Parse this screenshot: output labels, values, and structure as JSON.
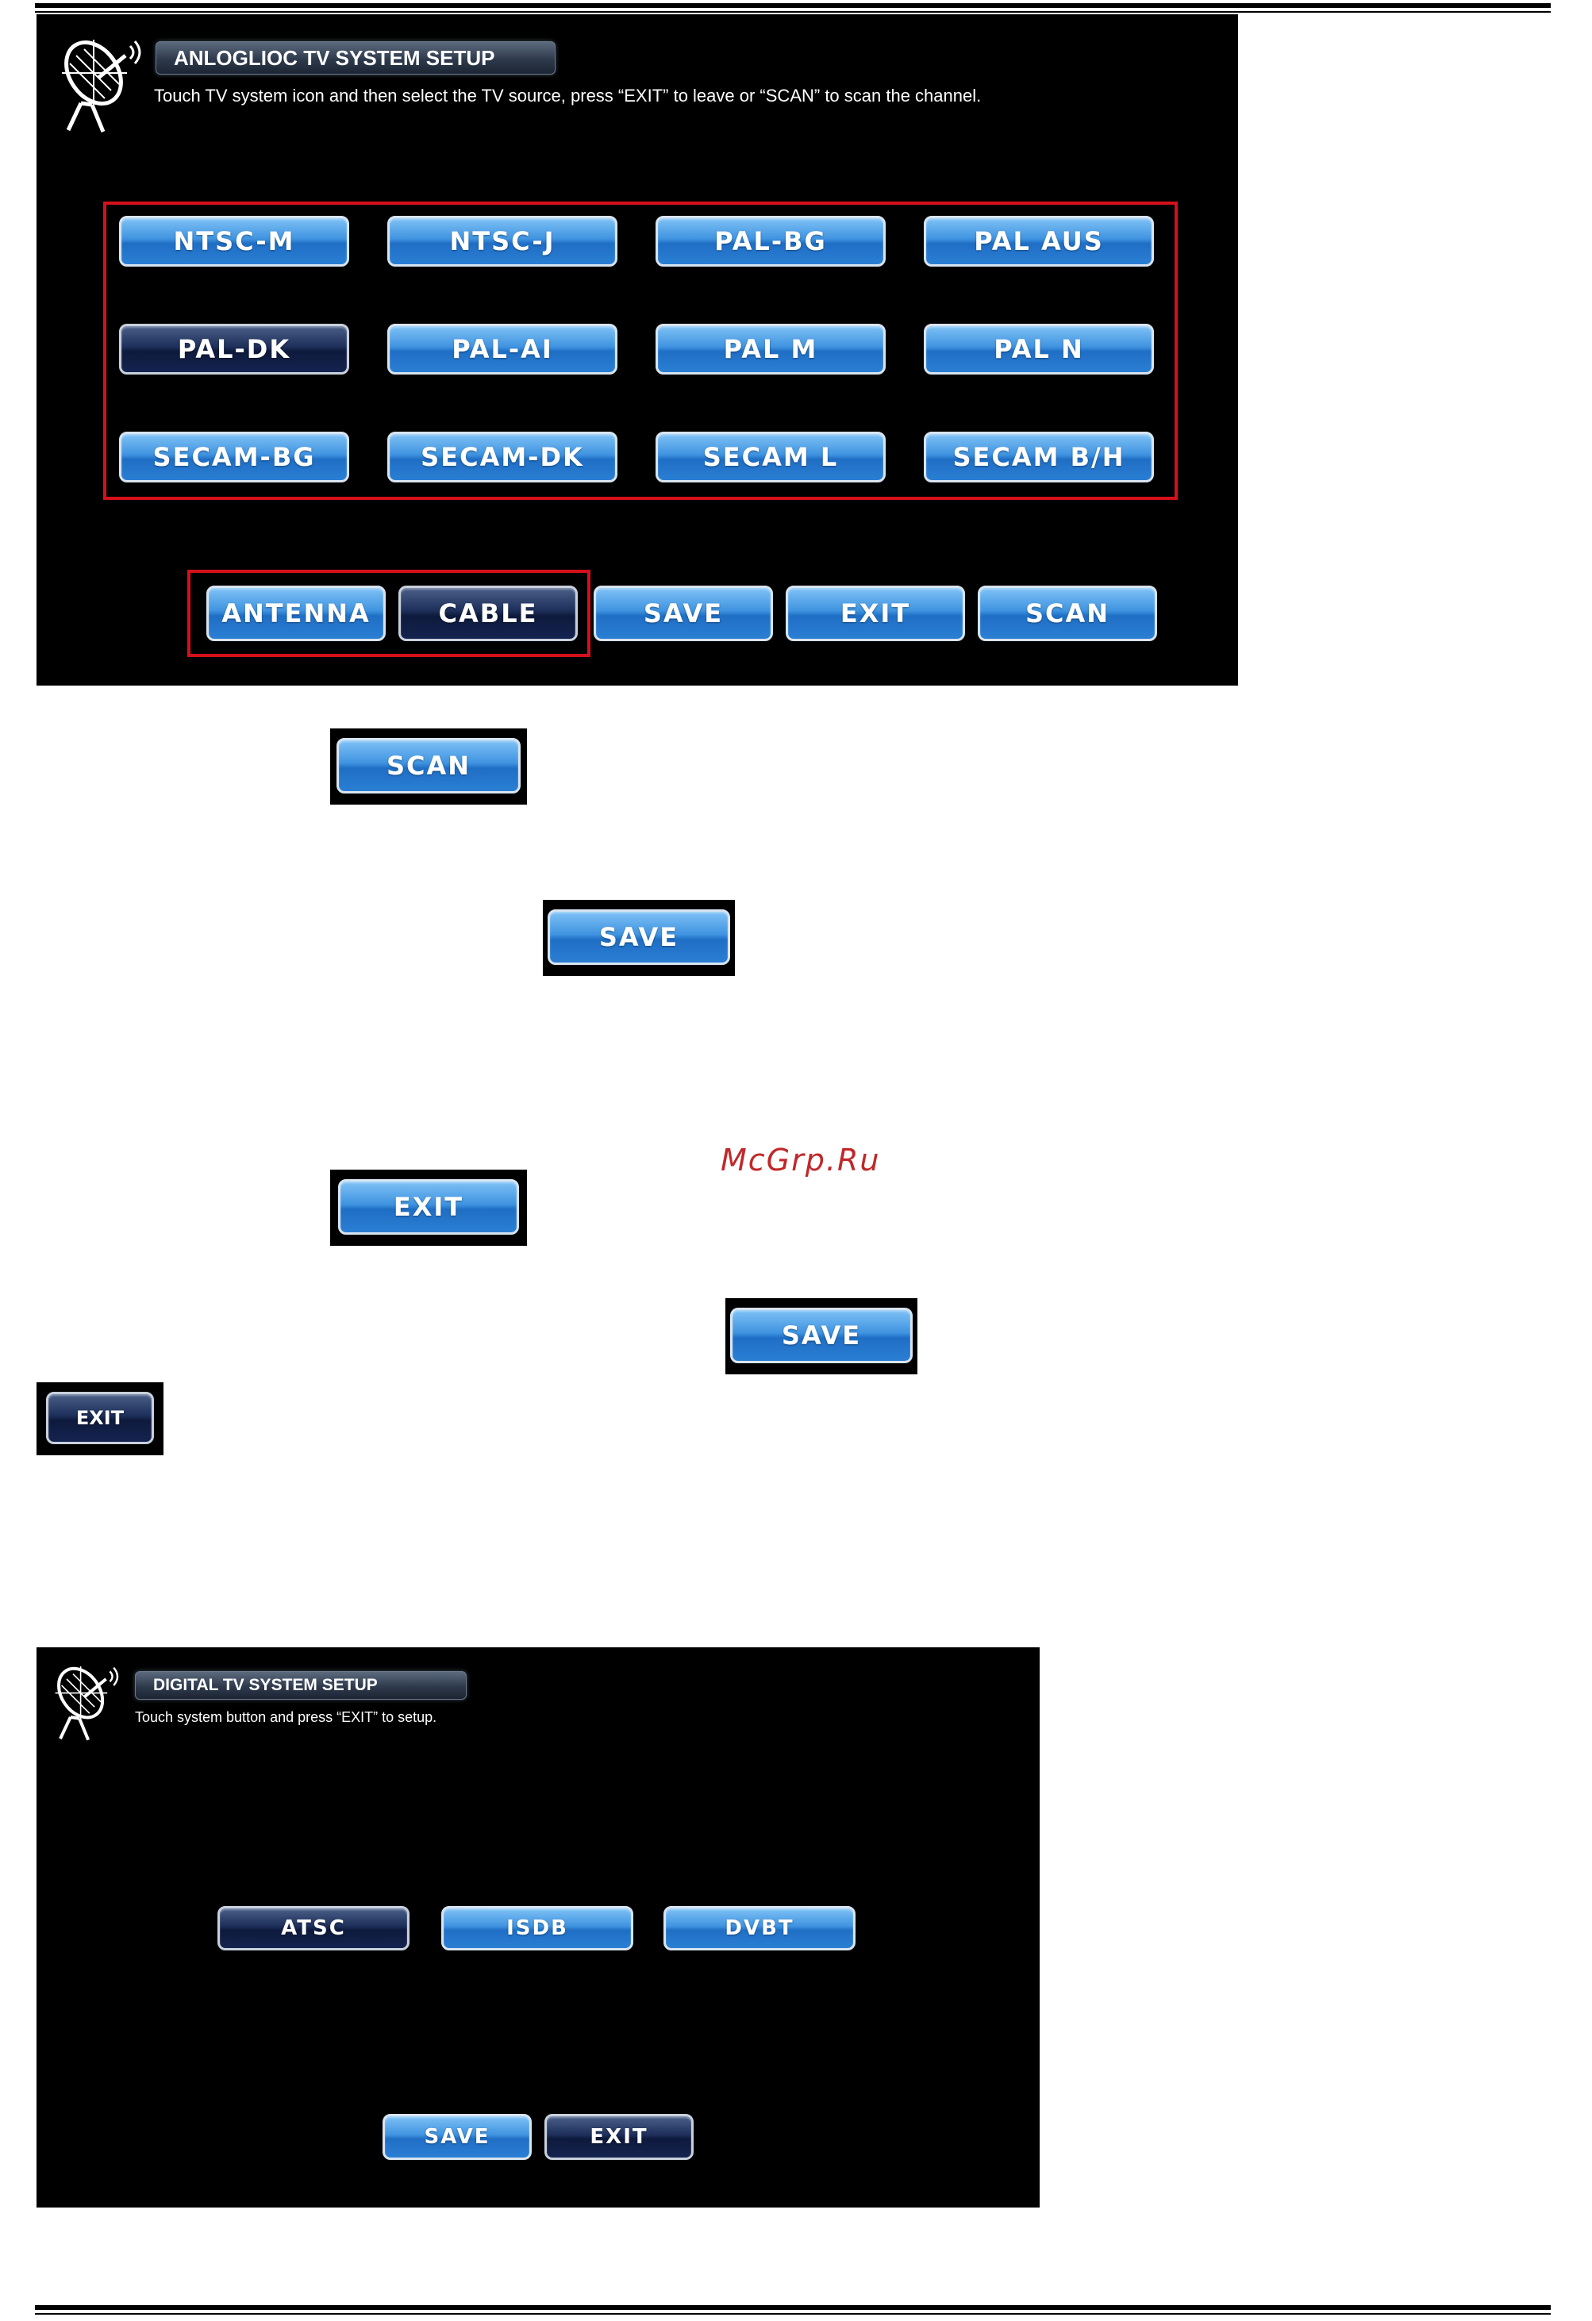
{
  "analog": {
    "title": "ANLOGLIOC TV SYSTEM SETUP",
    "instruction": "Touch TV system icon and then select the TV source, press “EXIT” to leave or “SCAN” to scan the channel.",
    "systems": [
      {
        "label": "NTSC-M",
        "selected": false
      },
      {
        "label": "NTSC-J",
        "selected": false
      },
      {
        "label": "PAL-BG",
        "selected": false
      },
      {
        "label": "PAL AUS",
        "selected": false
      },
      {
        "label": "PAL-DK",
        "selected": true
      },
      {
        "label": "PAL-AI",
        "selected": false
      },
      {
        "label": "PAL M",
        "selected": false
      },
      {
        "label": "PAL N",
        "selected": false
      },
      {
        "label": "SECAM-BG",
        "selected": false
      },
      {
        "label": "SECAM-DK",
        "selected": false
      },
      {
        "label": "SECAM L",
        "selected": false
      },
      {
        "label": "SECAM B/H",
        "selected": false
      }
    ],
    "sources": [
      {
        "label": "ANTENNA",
        "selected": false
      },
      {
        "label": "CABLE",
        "selected": true
      }
    ],
    "actions": {
      "save": "SAVE",
      "exit": "EXIT",
      "scan": "SCAN"
    }
  },
  "snippets": {
    "scan": "SCAN",
    "save_1": "SAVE",
    "exit_1": "EXIT",
    "save_2": "SAVE",
    "exit_small": "EXIT"
  },
  "watermark": "McGrp.Ru",
  "digital": {
    "title": "DIGITAL TV SYSTEM SETUP",
    "instruction": "Touch system button and press “EXIT” to setup.",
    "systems": [
      {
        "label": "ATSC",
        "selected": true
      },
      {
        "label": "ISDB",
        "selected": false
      },
      {
        "label": "DVBT",
        "selected": false
      }
    ],
    "actions": {
      "save": "SAVE",
      "exit": "EXIT"
    }
  },
  "colors": {
    "button_blue": "#3f93e0",
    "button_selected": "#142350",
    "highlight_red": "#d4101a",
    "watermark_red": "#c0282a"
  }
}
